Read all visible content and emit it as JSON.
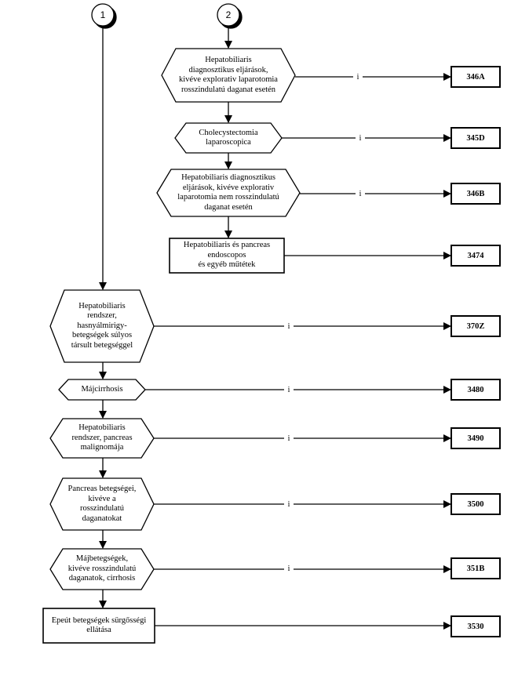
{
  "connectors": {
    "c1": "1",
    "c2": "2"
  },
  "colors": {
    "stroke": "#000000",
    "fill": "#ffffff"
  },
  "nodes": {
    "n1": "Hepatobiliaris\ndiagnosztikus eljárások,\nkivéve explorativ laparotomia\nrosszindulatú daganat esetén",
    "n2": "Cholecystectomia\nlaparoscopica",
    "n3": "Hepatobiliaris diagnosztikus\neljárások, kivéve explorativ\nlaparotomia  nem rosszindulatú\ndaganat esetén",
    "n4": "Hepatobiliaris és pancreas\nendoscopos\nés egyéb műtétek",
    "n5": "Hepatobiliaris\nrendszer,\nhasnyálmirigy-\nbetegségek súlyos\ntársult betegséggel",
    "n6": "Májcirrhosis",
    "n7": "Hepatobiliaris\nrendszer, pancreas\nmalignomája",
    "n8": "Pancreas betegségei,\nkivéve a\nrosszindulatú\ndaganatokat",
    "n9": "Májbetegségek,\nkivéve rosszindulatú\ndaganatok, cirrhosis",
    "n10": "Epeút betegségek sürgősségi\nellátása"
  },
  "codes": {
    "r1": "346A",
    "r2": "345D",
    "r3": "346B",
    "r4": "3474",
    "r5": "370Z",
    "r6": "3480",
    "r7": "3490",
    "r8": "3500",
    "r9": "351B",
    "r10": "3530"
  },
  "branch_label": "i"
}
